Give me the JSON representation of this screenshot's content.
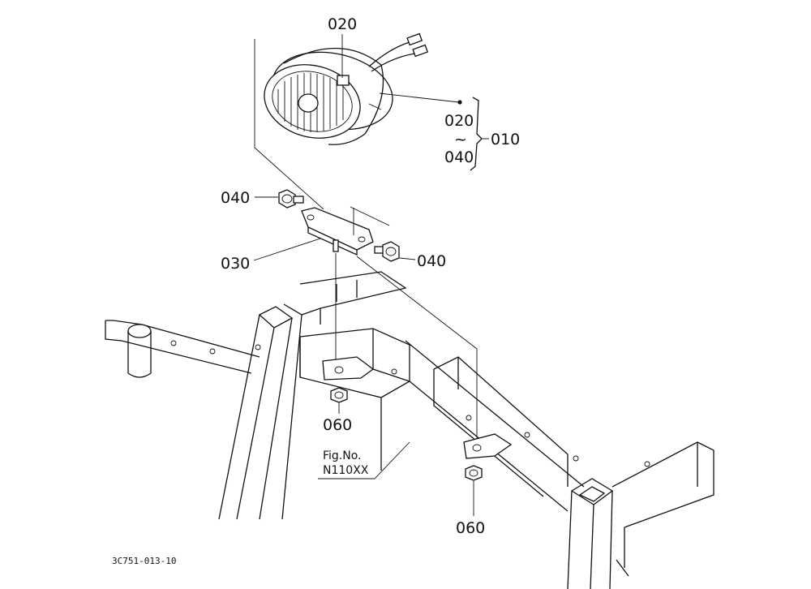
{
  "labels": {
    "p020_top": "020",
    "p020_range": "020",
    "tilde": "~",
    "p040_range": "040",
    "p010": "010",
    "p040_left": "040",
    "p040_right": "040",
    "p030": "030",
    "p060_center": "060",
    "p060_right": "060"
  },
  "figure_ref": {
    "line1": "Fig.No.",
    "line2": "N110XX"
  },
  "drawing_code": "3C751-013-10"
}
